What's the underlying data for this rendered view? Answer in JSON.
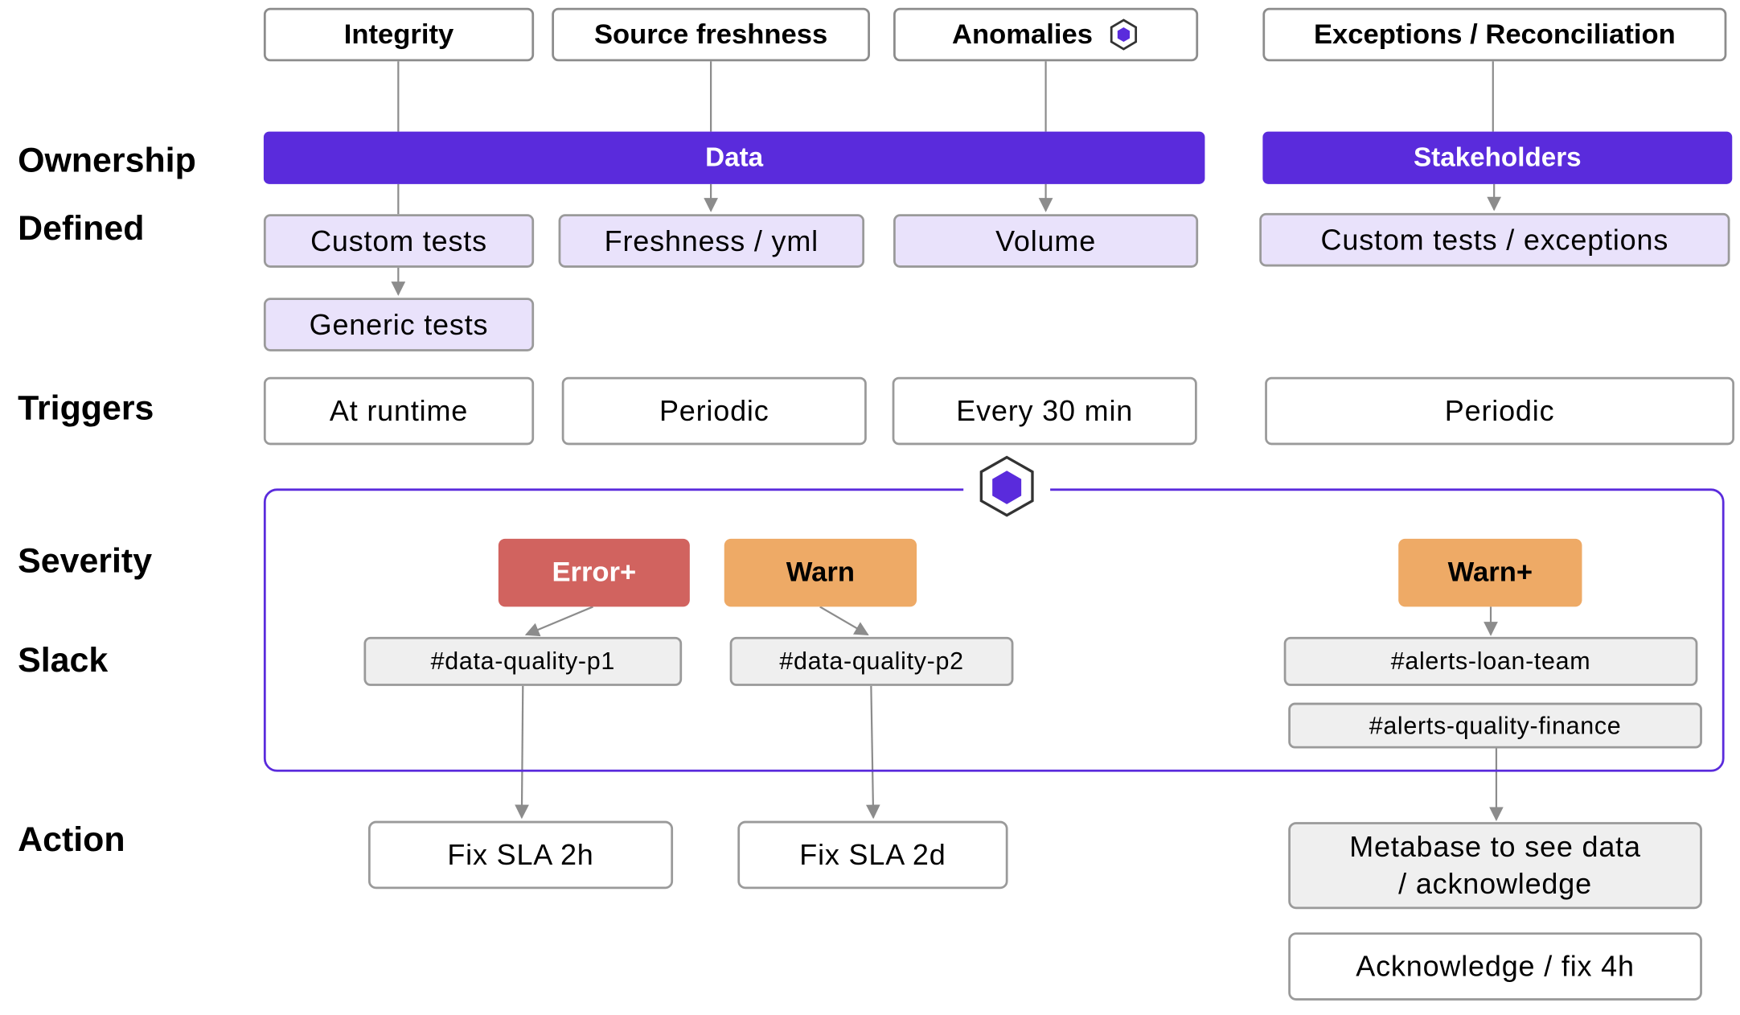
{
  "headers": {
    "integrity": "Integrity",
    "source_freshness": "Source freshness",
    "anomalies": "Anomalies",
    "exceptions": "Exceptions / Reconciliation"
  },
  "row_labels": {
    "ownership": "Ownership",
    "defined": "Defined",
    "triggers": "Triggers",
    "severity": "Severity",
    "slack": "Slack",
    "action": "Action"
  },
  "ownership": {
    "data": "Data",
    "stakeholders": "Stakeholders"
  },
  "defined": {
    "custom_tests": "Custom tests",
    "generic_tests": "Generic tests",
    "freshness_yml": "Freshness / yml",
    "volume": "Volume",
    "custom_exceptions": "Custom tests / exceptions"
  },
  "triggers": {
    "integrity": "At runtime",
    "freshness": "Periodic",
    "anomalies": "Every 30 min",
    "exceptions": "Periodic"
  },
  "severity": {
    "error": "Error+",
    "warn": "Warn",
    "warn_plus": "Warn+"
  },
  "slack": {
    "p1": "#data-quality-p1",
    "p2": "#data-quality-p2",
    "loan": "#alerts-loan-team",
    "finance": "#alerts-quality-finance"
  },
  "action": {
    "sla_2h": "Fix SLA 2h",
    "sla_2d": "Fix SLA 2d",
    "metabase": "Metabase to see data / acknowledge",
    "ack": "Acknowledge / fix 4h"
  },
  "colors": {
    "purple": "#5a2bdc",
    "lavender": "#e9e2fb",
    "error_red": "#d1635f",
    "warn_orange": "#eeaa66",
    "slack_gray": "#efefef",
    "connector": "#8c8c8c"
  },
  "icons": {
    "hexagon": "hexagon-logo-icon"
  }
}
